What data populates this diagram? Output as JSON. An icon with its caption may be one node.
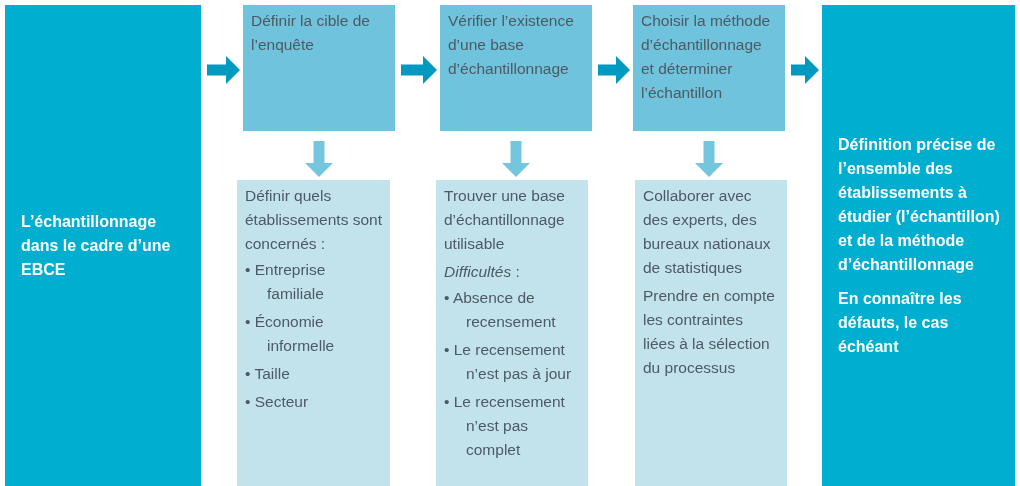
{
  "diagram": {
    "nodes": [
      {
        "text": [
          "L’échantillonnage dans le cadre d’une EBCE"
        ]
      },
      {
        "text": [
          "Définir la cible de l’enquête"
        ]
      },
      {
        "text": [
          "Vérifier l’existence d’une base d’échantillonnage"
        ]
      },
      {
        "text": [
          "Choisir la méthode d’échantillonnage et déterminer l’échantillon"
        ]
      },
      {
        "text": [
          "Définir quels établissements sont concernés :",
          "• Entreprise familiale",
          "• Économie informelle",
          "• Taille",
          "• Secteur"
        ]
      },
      {
        "text": [
          "Trouver une base d’échantillonnage utilisable",
          "*Difficultés* :",
          "• Absence de recensement",
          "• Le recensement n’est pas à jour",
          "• Le recensement n’est pas complet"
        ]
      },
      {
        "text": [
          "Collaborer avec des experts, des bureaux nationaux de statistiques",
          "Prendre en compte les contraintes liées à la sélection du processus"
        ]
      },
      {
        "text": [
          "Définition précise de l’ensemble des établissements à étudier (l’échantillon) et de la méthode d’échantillonnage",
          "En connaître les défauts, le cas échéant"
        ]
      }
    ],
    "edges": [
      {
        "from": 0,
        "to": 1,
        "arrow": "to"
      },
      {
        "from": 1,
        "to": 2,
        "arrow": "to"
      },
      {
        "from": 2,
        "to": 3,
        "arrow": "to"
      },
      {
        "from": 3,
        "to": 7,
        "arrow": "to"
      },
      {
        "from": 1,
        "to": 4,
        "arrow": "to",
        "color": "#74c5de"
      },
      {
        "from": 2,
        "to": 5,
        "arrow": "to",
        "color": "#74c5de"
      },
      {
        "from": 3,
        "to": 6,
        "arrow": "to",
        "color": "#74c5de"
      }
    ]
  }
}
